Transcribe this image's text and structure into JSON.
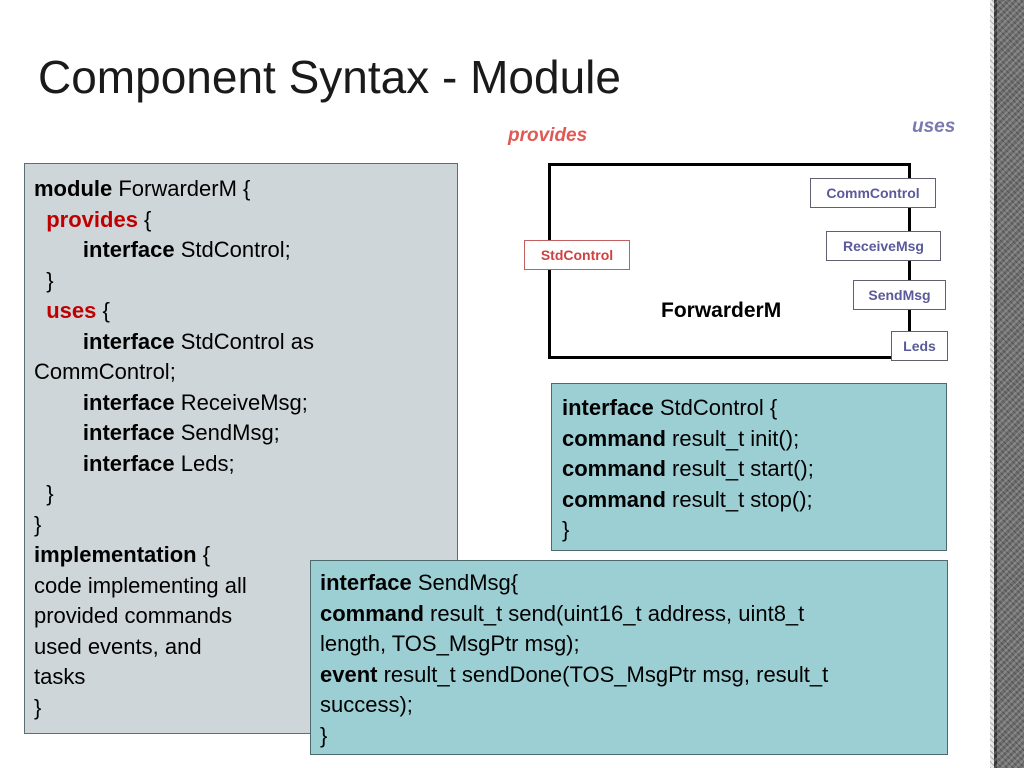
{
  "slide": {
    "title": "Component Syntax - Module"
  },
  "labels": {
    "uses": "uses",
    "provides": "provides"
  },
  "diagram": {
    "module_name": "ForwarderM",
    "provided": [
      "StdControl"
    ],
    "used": [
      "CommControl",
      "ReceiveMsg",
      "SendMsg",
      "Leds"
    ]
  },
  "code_module": {
    "l1_kw": "module",
    "l1_rest": " ForwarderM {",
    "l2_indent": "  ",
    "l2_kw": "provides",
    "l2_rest": " {",
    "l3_indent": "        ",
    "l3_kw": "interface",
    "l3_rest": " StdControl;",
    "l4": "  }",
    "l5_indent": "  ",
    "l5_kw": "uses",
    "l5_rest": " {",
    "l6_indent": "        ",
    "l6_kw": "interface",
    "l6_rest": " StdControl as",
    "l7": "CommControl;",
    "l8_indent": "        ",
    "l8_kw": "interface",
    "l8_rest": " ReceiveMsg;",
    "l9_indent": "        ",
    "l9_kw": "interface",
    "l9_rest": " SendMsg;",
    "l10_indent": "        ",
    "l10_kw": "interface",
    "l10_rest": " Leds;",
    "l11": "  }",
    "l12": "}",
    "l13_kw": "implementation",
    "l13_rest": " {",
    "l14": "code implementing all",
    "l15": "provided commands",
    "l16": "used events, and",
    "l17": "tasks",
    "l18": "}"
  },
  "code_stdcontrol": {
    "l1_kw": "interface",
    "l1_rest": " StdControl {",
    "l2_kw": "command",
    "l2_rest": " result_t init();",
    "l3_kw": "command",
    "l3_rest": " result_t start();",
    "l4_kw": "command",
    "l4_rest": " result_t stop();",
    "l5": "}"
  },
  "code_sendmsg": {
    "l1_kw": "interface",
    "l1_rest": " SendMsg{",
    "l2_kw": "command",
    "l2_rest": " result_t send(uint16_t address, uint8_t",
    "l3": "length, TOS_MsgPtr msg);",
    "l4_kw": "event",
    "l4_rest": " result_t sendDone(TOS_MsgPtr msg, result_t",
    "l5": "success);",
    "l6": "}"
  }
}
